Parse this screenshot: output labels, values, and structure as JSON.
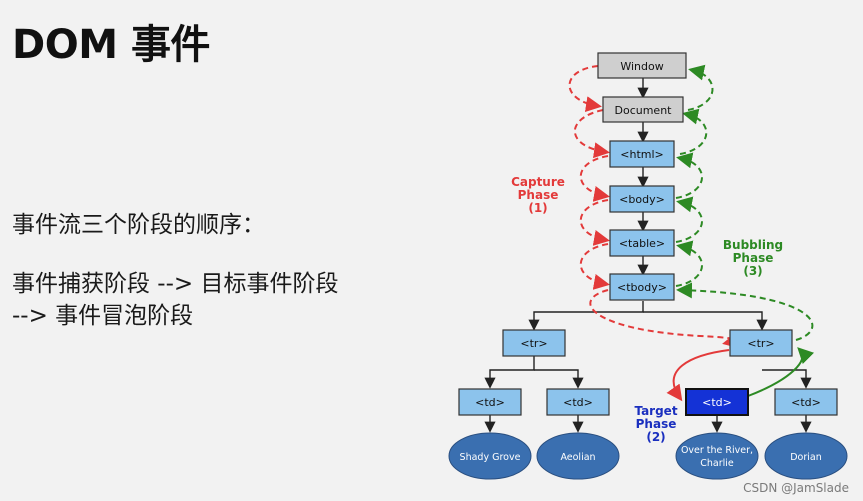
{
  "slide": {
    "title": "DOM 事件",
    "line1": "事件流三个阶段的顺序：",
    "line2a": "事件捕获阶段 --> 目标事件阶段",
    "line2b": "--> 事件冒泡阶段"
  },
  "diagram": {
    "boxes": {
      "window": "Window",
      "document": "Document",
      "html": "<html>",
      "body": "<body>",
      "table": "<table>",
      "tbody": "<tbody>",
      "tr_left": "<tr>",
      "tr_right": "<tr>",
      "td_1": "<td>",
      "td_2": "<td>",
      "td_target": "<td>",
      "td_4": "<td>"
    },
    "leaves": {
      "shady": "Shady Grove",
      "aeolian": "Aeolian",
      "over1": "Over the River,",
      "over2": "Charlie",
      "dorian": "Dorian"
    },
    "phases": {
      "capture": [
        "Capture",
        "Phase",
        "(1)"
      ],
      "bubbling": [
        "Bubbling",
        "Phase",
        "(3)"
      ],
      "target": [
        "Target",
        "Phase",
        "(2)"
      ]
    },
    "colors": {
      "capture": "#e33a3a",
      "bubbling": "#2d8a24",
      "target": "#1a2fbf",
      "box_blue": "#8cc3ec",
      "box_gray": "#cfcfcf",
      "target_box": "#1432d6",
      "leaf": "#3a6fb0"
    }
  },
  "watermark": "CSDN @JamSlade"
}
